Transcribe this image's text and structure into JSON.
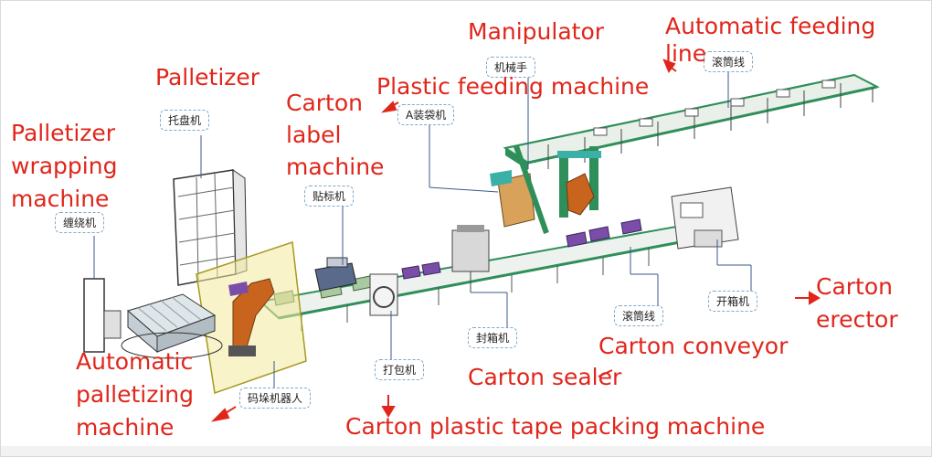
{
  "labels": {
    "manipulator": "Manipulator",
    "auto_feeding_line": "Automatic feeding line",
    "palletizer": "Palletizer",
    "plastic_feeding": "Plastic feeding machine",
    "carton_label": "Carton label machine",
    "wrapping": "Palletizer wrapping machine",
    "auto_palletizing": "Automatic palletizing machine",
    "carton_sealer": "Carton sealer",
    "carton_conveyor": "Carton conveyor",
    "carton_erector": "Carton erector",
    "tape_packing": "Carton plastic tape packing machine"
  },
  "cn_tags": {
    "manipulator": "机械手",
    "roller_line_top": "滚筒线",
    "pallet_machine": "托盘机",
    "bagging": "A装袋机",
    "labeler": "贴标机",
    "wrapper": "缠绕机",
    "robot": "码垛机器人",
    "strapper": "打包机",
    "sealer": "封箱机",
    "roller_line_bottom": "滚筒线",
    "erector": "开箱机"
  },
  "colors": {
    "label_red": "#e0261b",
    "conveyor_green": "#2f8f5a",
    "robot_orange": "#c8641e",
    "carton_purple": "#7a4ea8",
    "tag_border": "#7fa9c9"
  }
}
